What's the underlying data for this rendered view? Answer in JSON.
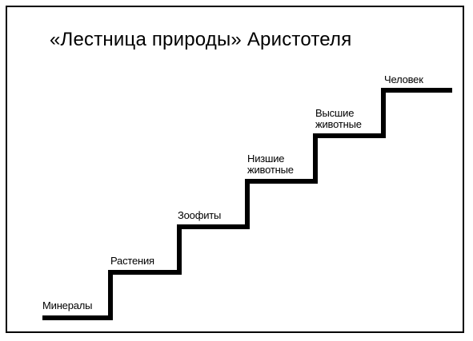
{
  "title": "«Лестница природы» Аристотеля",
  "stroke_color": "#000000",
  "steps": [
    {
      "line1": "Минералы",
      "line2": ""
    },
    {
      "line1": "Растения",
      "line2": ""
    },
    {
      "line1": "Зоофиты",
      "line2": ""
    },
    {
      "line1": "Низшие",
      "line2": "животные"
    },
    {
      "line1": "Высшие",
      "line2": "животные"
    },
    {
      "line1": "Человек",
      "line2": ""
    }
  ]
}
